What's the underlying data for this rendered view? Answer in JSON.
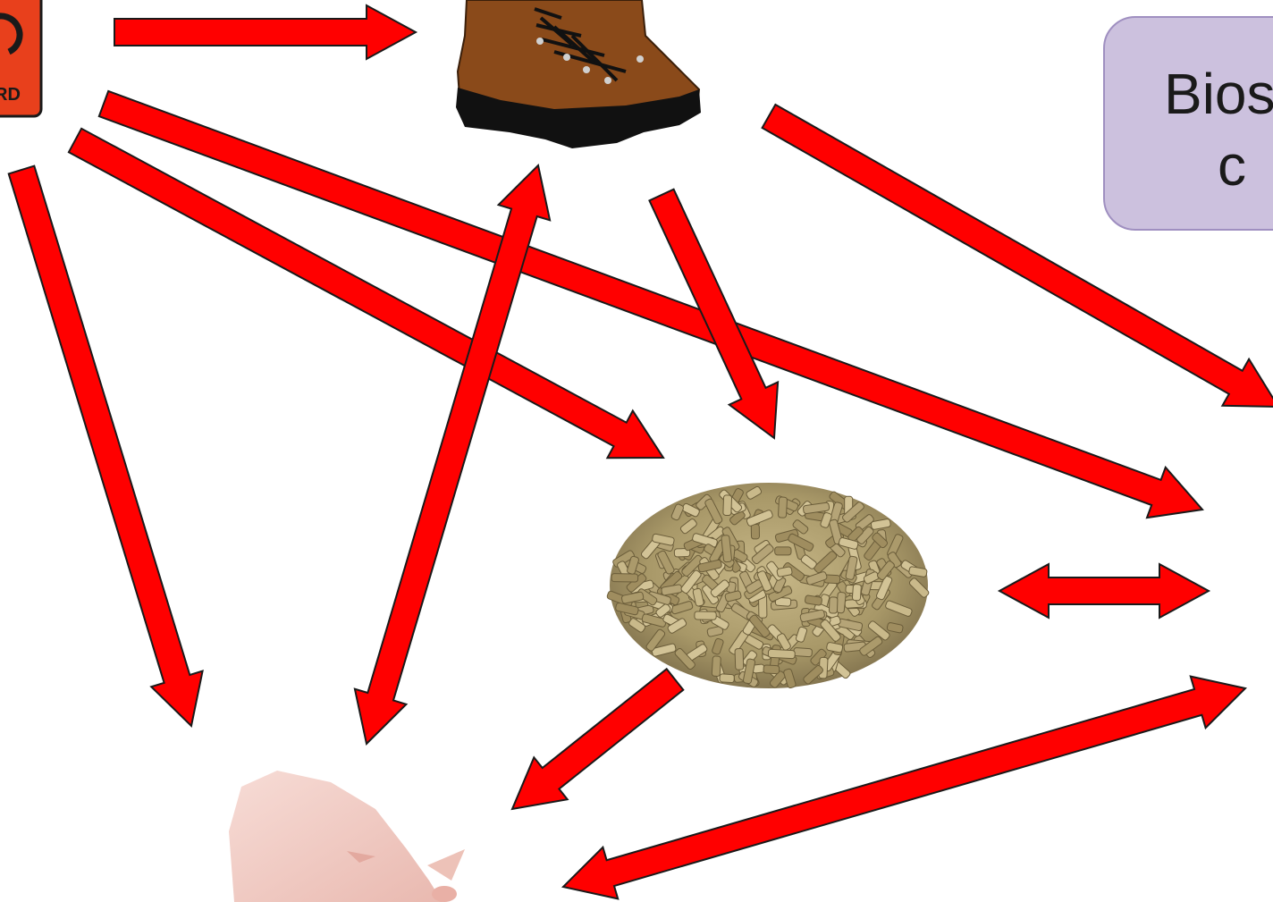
{
  "callout": {
    "line1": "Bios",
    "line2": "c"
  },
  "hazard_sign": {
    "text": "RD"
  },
  "colors": {
    "arrow_fill": "#ff0000",
    "arrow_stroke": "#1a1a1a",
    "callout_fill": "#ccc1de"
  },
  "nodes": [
    "hazard-sign",
    "boot",
    "feed-pellets",
    "pig",
    "offscreen-right"
  ]
}
